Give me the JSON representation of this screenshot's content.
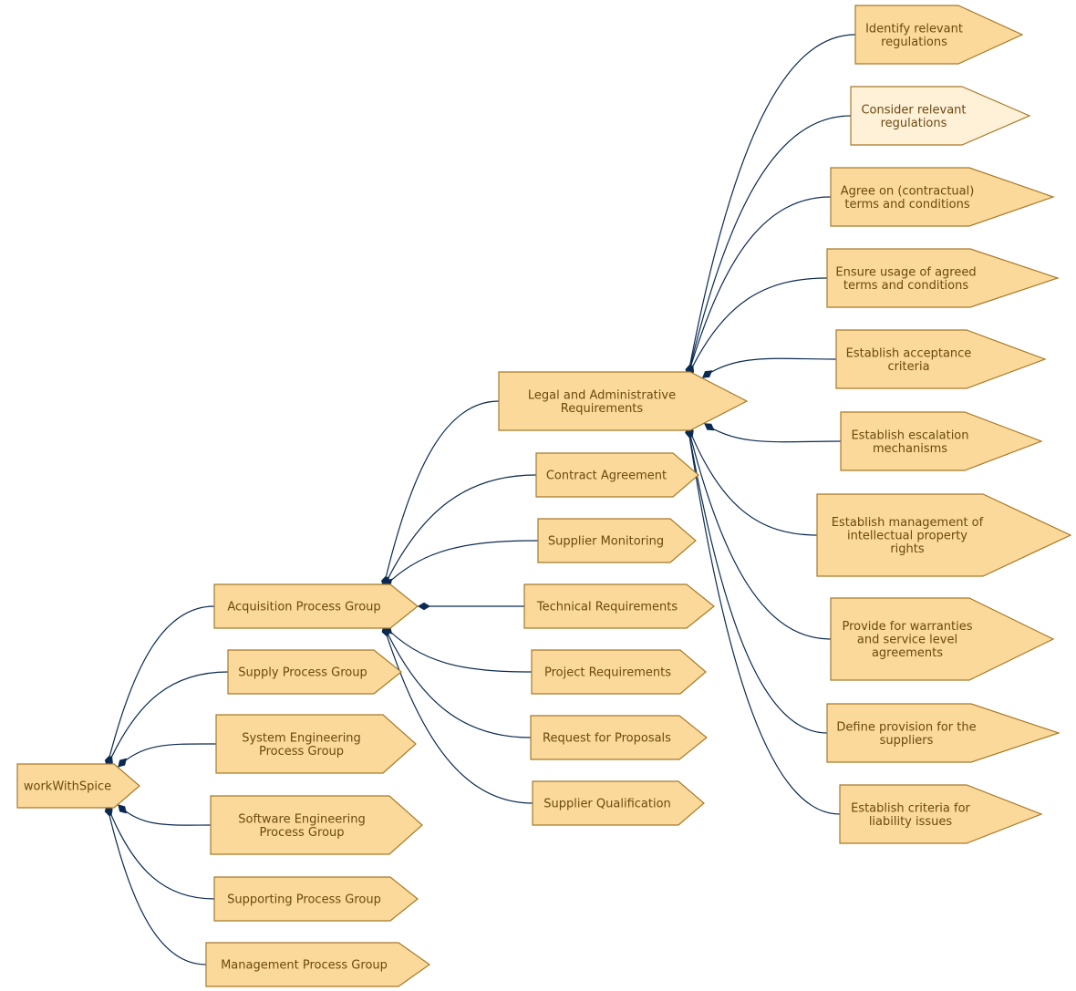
{
  "colors": {
    "node_fill": "#fad99a",
    "node_fill_highlight": "#fff0d8",
    "node_border": "#a87a2a",
    "edge": "#0b2a52",
    "text": "#6b4a10"
  },
  "nodes": {
    "root": {
      "lines": [
        "workWithSpice"
      ]
    },
    "acq": {
      "lines": [
        "Acquisition Process Group"
      ]
    },
    "supply": {
      "lines": [
        "Supply Process Group"
      ]
    },
    "syseng": {
      "lines": [
        "System Engineering",
        "Process Group"
      ]
    },
    "sweng": {
      "lines": [
        "Software Engineering",
        "Process Group"
      ]
    },
    "support": {
      "lines": [
        "Supporting Process Group"
      ]
    },
    "mgmt": {
      "lines": [
        "Management Process Group"
      ]
    },
    "legal": {
      "lines": [
        "Legal and Administrative",
        "Requirements"
      ]
    },
    "contract": {
      "lines": [
        "Contract Agreement"
      ]
    },
    "supmon": {
      "lines": [
        "Supplier Monitoring"
      ]
    },
    "techreq": {
      "lines": [
        "Technical Requirements"
      ]
    },
    "projreq": {
      "lines": [
        "Project Requirements"
      ]
    },
    "rfp": {
      "lines": [
        "Request for Proposals"
      ]
    },
    "supqual": {
      "lines": [
        "Supplier Qualification"
      ]
    },
    "identify": {
      "lines": [
        "Identify relevant",
        "regulations"
      ]
    },
    "consider": {
      "lines": [
        "Consider relevant",
        "regulations"
      ],
      "highlight": true
    },
    "agree": {
      "lines": [
        "Agree on (contractual)",
        "terms and conditions"
      ]
    },
    "ensure": {
      "lines": [
        "Ensure usage of agreed",
        "terms and conditions"
      ]
    },
    "accept": {
      "lines": [
        "Establish acceptance",
        "criteria"
      ]
    },
    "escal": {
      "lines": [
        "Establish escalation",
        "mechanisms"
      ]
    },
    "ip": {
      "lines": [
        "Establish management of",
        "intellectual property",
        "rights"
      ]
    },
    "warranty": {
      "lines": [
        "Provide for warranties",
        "and service level",
        "agreements"
      ]
    },
    "provision": {
      "lines": [
        "Define provision for the",
        "suppliers"
      ]
    },
    "liability": {
      "lines": [
        "Establish criteria for",
        "liability issues"
      ]
    }
  },
  "edges": [
    [
      "root",
      "acq"
    ],
    [
      "root",
      "supply"
    ],
    [
      "root",
      "syseng"
    ],
    [
      "root",
      "sweng"
    ],
    [
      "root",
      "support"
    ],
    [
      "root",
      "mgmt"
    ],
    [
      "acq",
      "legal"
    ],
    [
      "acq",
      "contract"
    ],
    [
      "acq",
      "supmon"
    ],
    [
      "acq",
      "techreq"
    ],
    [
      "acq",
      "projreq"
    ],
    [
      "acq",
      "rfp"
    ],
    [
      "acq",
      "supqual"
    ],
    [
      "legal",
      "identify"
    ],
    [
      "legal",
      "consider"
    ],
    [
      "legal",
      "agree"
    ],
    [
      "legal",
      "ensure"
    ],
    [
      "legal",
      "accept"
    ],
    [
      "legal",
      "escal"
    ],
    [
      "legal",
      "ip"
    ],
    [
      "legal",
      "warranty"
    ],
    [
      "legal",
      "provision"
    ],
    [
      "legal",
      "liability"
    ]
  ]
}
